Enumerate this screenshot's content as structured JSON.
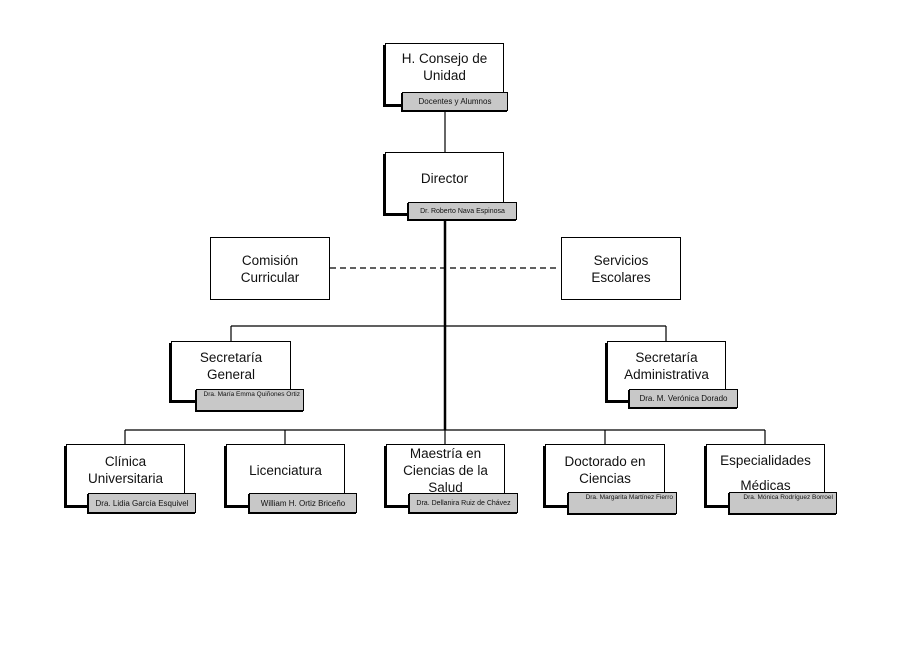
{
  "nodes": {
    "consejo": {
      "title": "H. Consejo de Unidad",
      "tag": "Docentes y Alumnos"
    },
    "director": {
      "title": "Director",
      "tag": "Dr. Roberto Nava Espinosa"
    },
    "comision": {
      "title": "Comisión Curricular"
    },
    "servicios": {
      "title": "Servicios Escolares"
    },
    "sec_general": {
      "title": "Secretaría General",
      "tag": "Dra. María Emma Quiñones Ortiz"
    },
    "sec_admin": {
      "title": "Secretaría Administrativa",
      "tag": "Dra. M. Verónica Dorado"
    },
    "clinica": {
      "title": "Clínica Universitaria",
      "tag": "Dra. Lidia García Esquivel"
    },
    "licenciatura": {
      "title": "Licenciatura",
      "tag": "William H. Ortiz Briceño"
    },
    "maestria": {
      "title": "Maestría en Ciencias de la Salud",
      "tag": "Dra. Dellanira Ruiz de Chávez"
    },
    "doctorado": {
      "title": "Doctorado en Ciencias",
      "tag": "Dra. Margarita Martínez Fierro"
    },
    "especialidades": {
      "title": "Especialidades Médicas",
      "tag": "Dra. Mónica Rodríguez Borroel"
    }
  }
}
